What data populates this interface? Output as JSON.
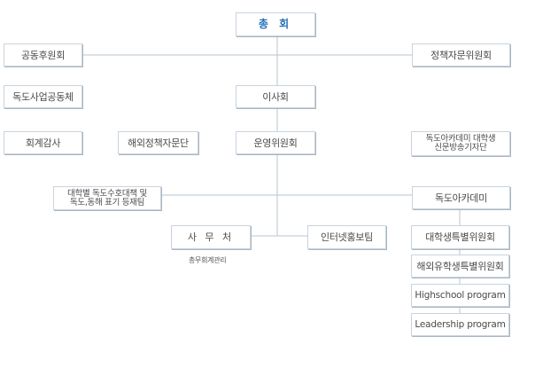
{
  "org": {
    "general_assembly": "총 회",
    "supporters": "공동후원회",
    "policy_advisory": "정책자문위원회",
    "dokdo_joint": "독도사업공동체",
    "board": "이사회",
    "auditor": "회계감사",
    "overseas_advisory": "해외정책자문단",
    "steering": "운영위원회",
    "academy_students_line1": "독도아카데미 대학생",
    "academy_students_line2": "신문방송기자단",
    "univ_dokdo_line1": "대학별 독도수호대책 및",
    "univ_dokdo_line2": "독도,동해 표기 등재팀",
    "dokdo_academy": "독도아카데미",
    "secretariat": "사 무 처",
    "internet_pr": "인터넷홍보팀",
    "secretariat_caption": "총무회계관리",
    "univ_special": "대학생특별위원회",
    "overseas_student": "해외유학생특별위원회",
    "highschool": "Highschool program",
    "leadership": "Leadership program"
  }
}
